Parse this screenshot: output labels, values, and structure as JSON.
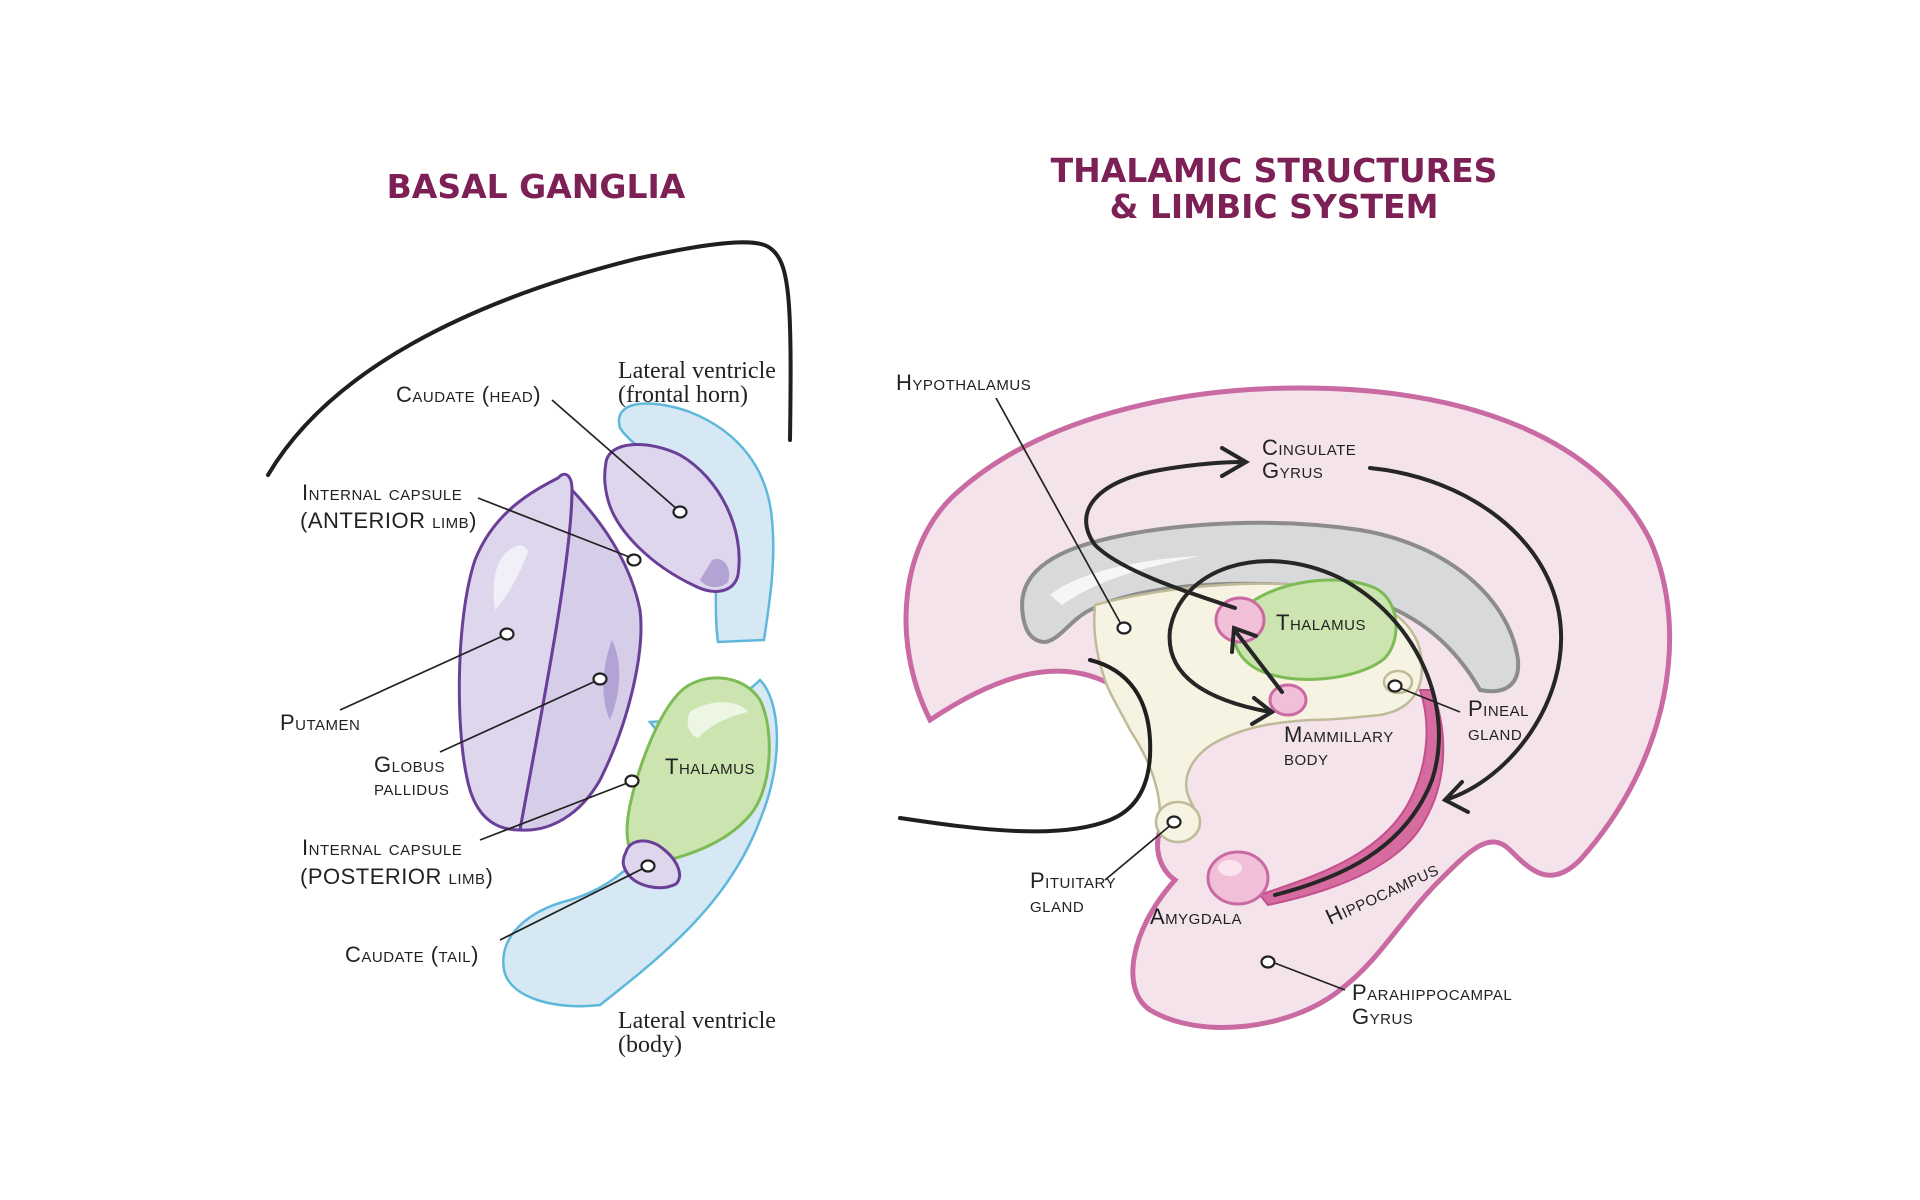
{
  "basal_ganglia": {
    "title": "BASAL GANGLIA",
    "labels": {
      "lateral_ventricle_frontal": [
        "Lateral ventricle",
        "(frontal horn)"
      ],
      "caudate_head": "Caudate (head)",
      "internal_capsule_anterior": [
        "Internal capsule",
        "(ANTERIOR limb)"
      ],
      "putamen": "Putamen",
      "globus_pallidus": [
        "Globus",
        "pallidus"
      ],
      "thalamus": "Thalamus",
      "internal_capsule_posterior": [
        "Internal capsule",
        "(POSTERIOR limb)"
      ],
      "caudate_tail": "Caudate (tail)",
      "lateral_ventricle_body": [
        "Lateral ventricle",
        "(body)"
      ]
    }
  },
  "limbic_system": {
    "title": [
      "THALAMIC STRUCTURES",
      "& LIMBIC SYSTEM"
    ],
    "labels": {
      "hypothalamus": "Hypothalamus",
      "cingulate_gyrus": [
        "Cingulate",
        "Gyrus"
      ],
      "thalamus": "Thalamus",
      "mammillary_body": [
        "Mammillary",
        "body"
      ],
      "pineal_gland": [
        "Pineal",
        "gland"
      ],
      "pituitary_gland": [
        "Pituitary",
        "gland"
      ],
      "amygdala": "Amygdala",
      "hippocampus": "Hippocampus",
      "parahippocampal_gyrus": [
        "Parahippocampal",
        "Gyrus"
      ]
    }
  },
  "colors": {
    "title": "#7c2056",
    "caudate_putamen": "#ddd6ec",
    "caudate_outline": "#6a3f98",
    "ventricle": "#d5e8f3",
    "ventricle_outline": "#5fb8dc",
    "thalamus": "#cce5b0",
    "thalamus_outline": "#7dbb55",
    "cingulate": "#f5e3ec",
    "cingulate_outline": "#c96aa2",
    "corpus_callosum": "#d8d9da",
    "diencephalon": "#f6f3e2",
    "pink_structure": "#f2bfd8"
  }
}
